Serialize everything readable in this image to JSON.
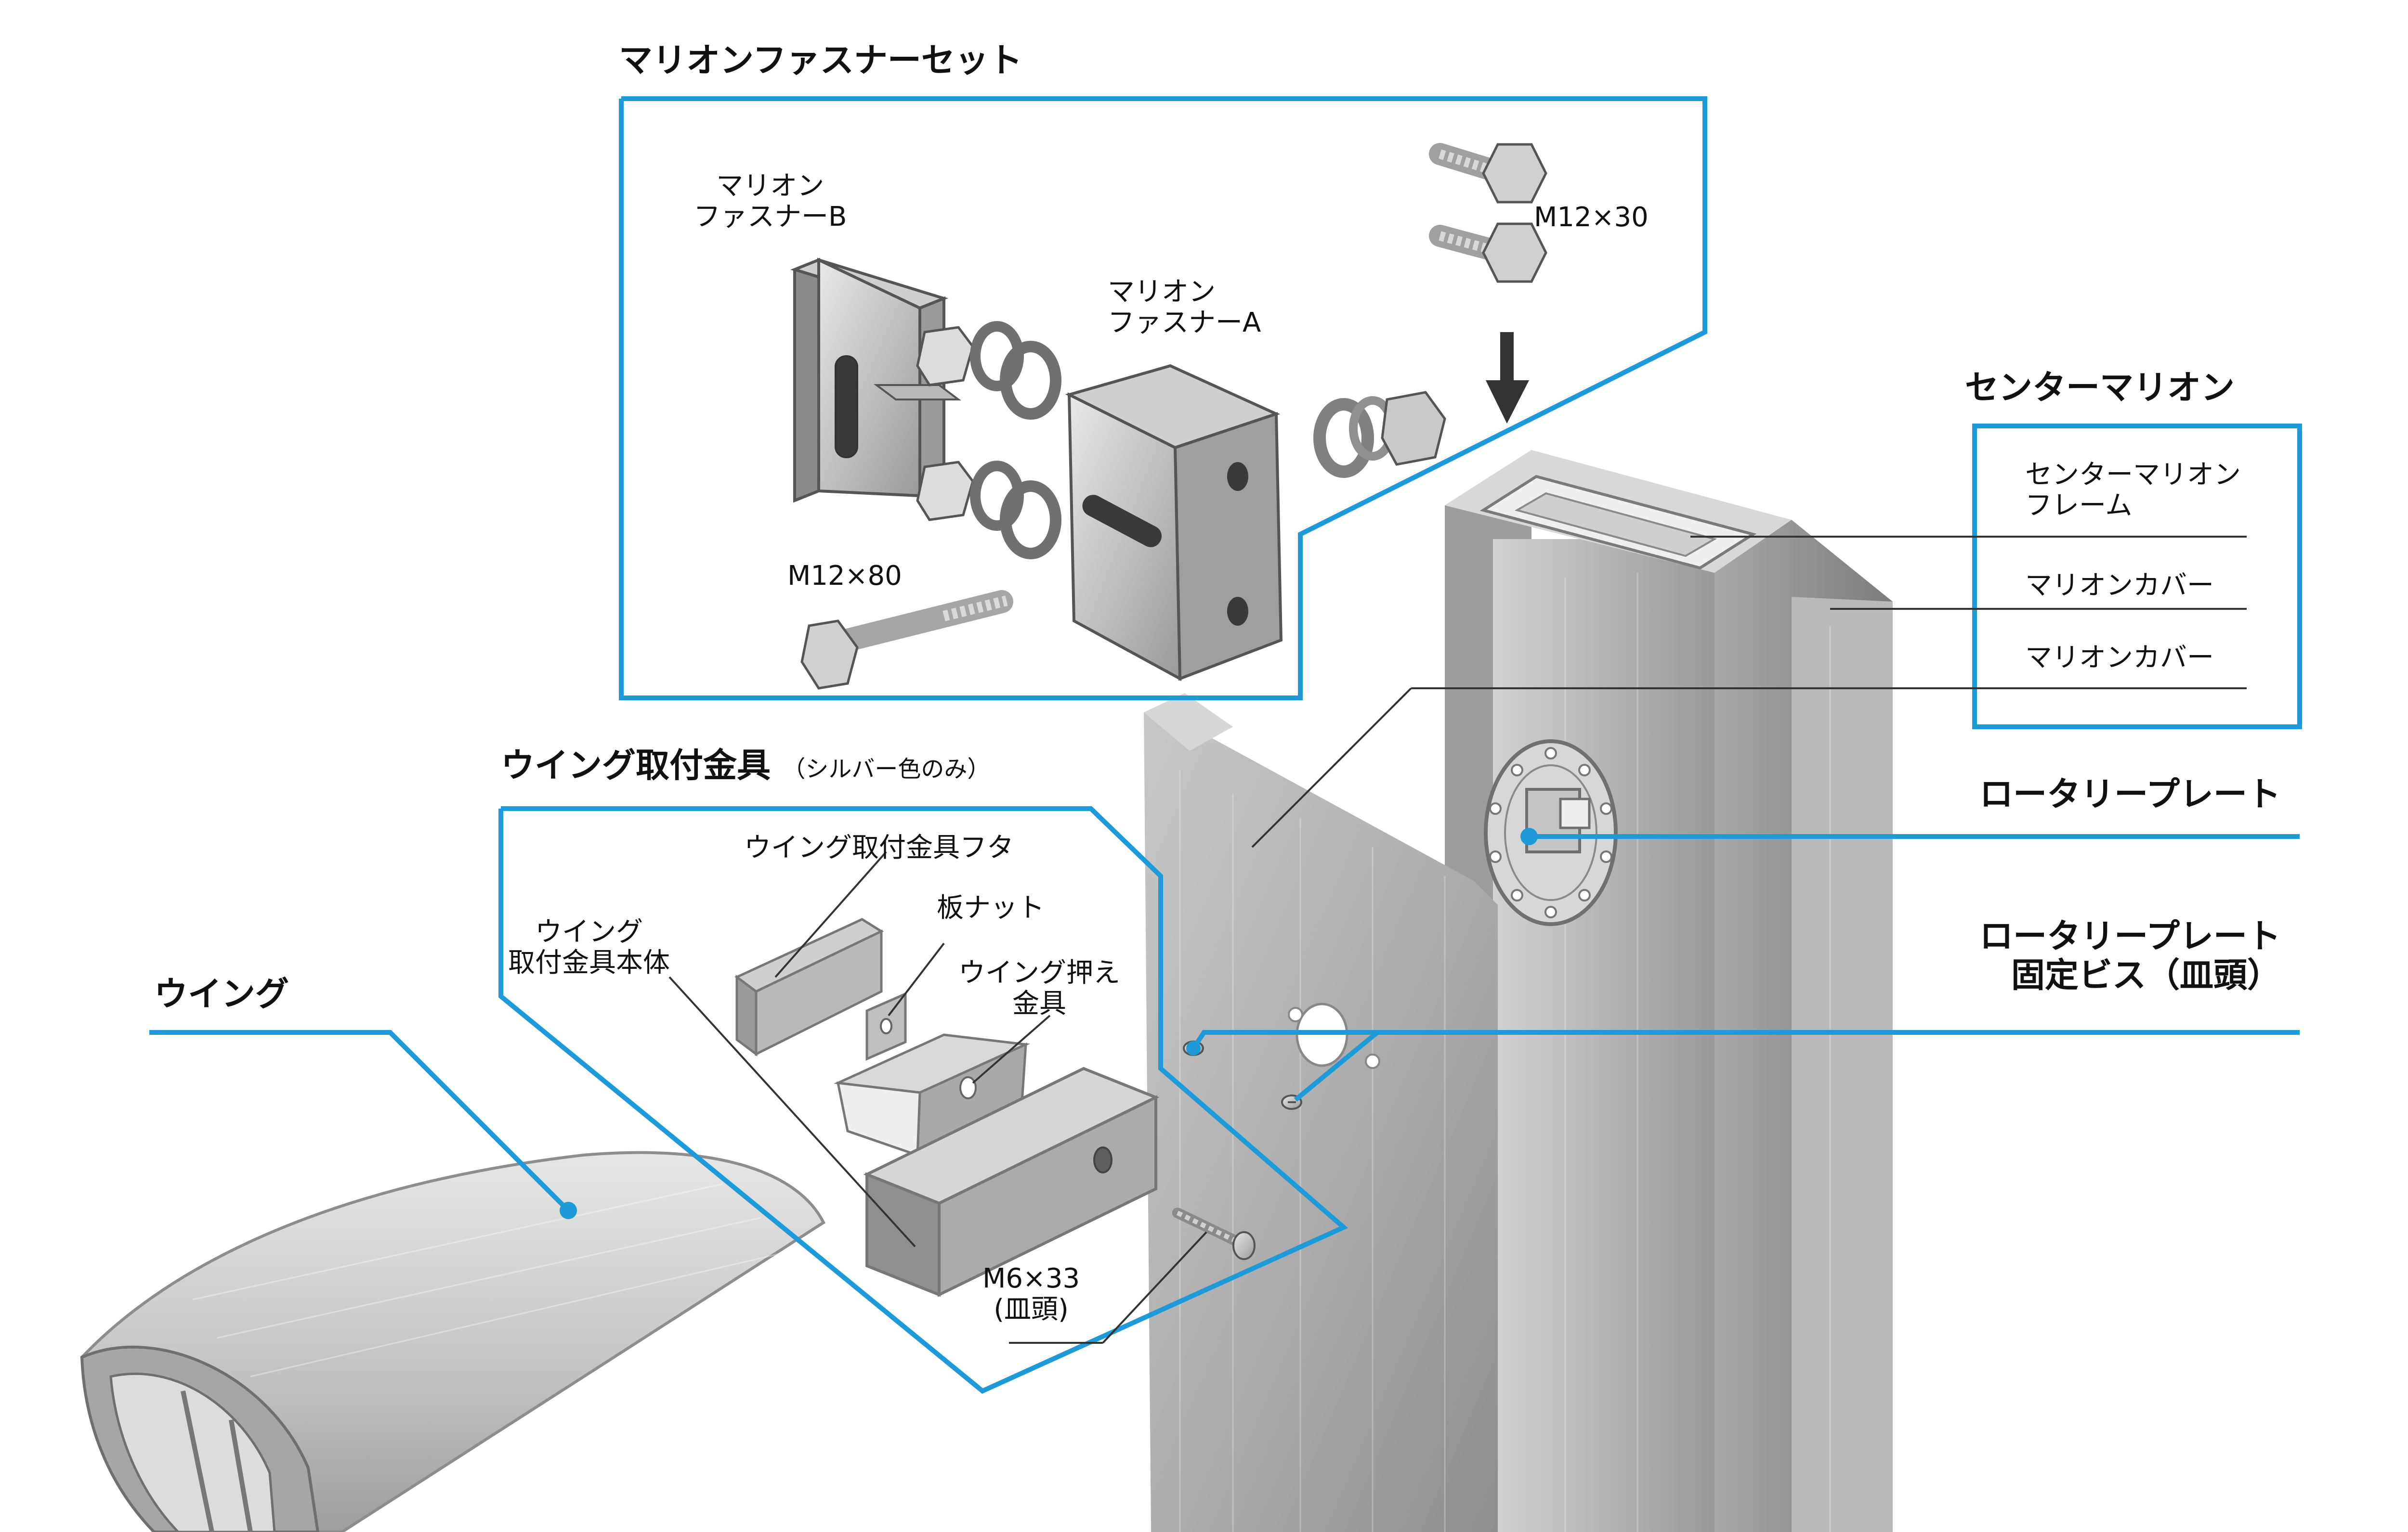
{
  "headings": {
    "fastener_set": "マリオンファスナーセット",
    "center_mullion": "センターマリオン",
    "wing_bracket": "ウイング取付金具",
    "wing_bracket_note": "（シルバー色のみ）",
    "wing": "ウイング",
    "rotary_plate": "ロータリープレート",
    "rotary_screw_line1": "ロータリープレート",
    "rotary_screw_line2": "固定ビス（皿頭）"
  },
  "parts": {
    "fastener_b_1": "マリオン",
    "fastener_b_2": "ファスナーB",
    "fastener_a_1": "マリオン",
    "fastener_a_2": "ファスナーA",
    "bolt_m12x30": "M12×30",
    "bolt_m12x80": "M12×80",
    "frame_1": "センターマリオン",
    "frame_2": "フレーム",
    "cover_1": "マリオンカバー",
    "cover_2": "マリオンカバー",
    "bracket_lid": "ウイング取付金具フタ",
    "plate_nut": "板ナット",
    "wing_press_1": "ウイング押え",
    "wing_press_2": "金具",
    "bracket_body_1": "ウイング",
    "bracket_body_2": "取付金具本体",
    "screw_m6_1": "M6×33",
    "screw_m6_2": "(皿頭)"
  },
  "colors": {
    "accent": "#1f9ad8",
    "leader": "#333333",
    "metal_light": "#e4e4e4",
    "metal_mid": "#bdbdbd",
    "metal_dark": "#8c8c8c"
  }
}
